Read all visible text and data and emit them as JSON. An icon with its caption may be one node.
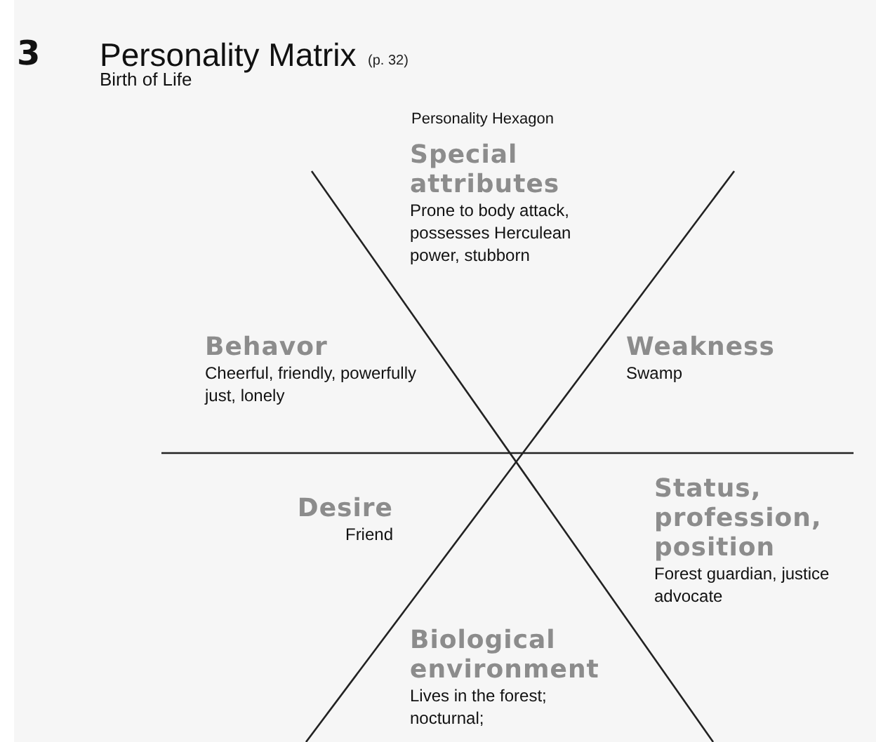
{
  "diagram": {
    "title": "Personality Matrix",
    "nodes": [
      {
        "text": [
          "Special attributes",
          "Prone to body attack, possesses Herculean power, stubborn"
        ]
      },
      {
        "text": [
          "Behavor",
          "Cheerful, friendly, powerfully just, lonely"
        ]
      },
      {
        "text": [
          "Weakness",
          "Swamp"
        ]
      },
      {
        "text": [
          "Desire",
          "Friend"
        ]
      },
      {
        "text": [
          "Status, profession, position",
          "Forest guardian, justice advocate"
        ]
      },
      {
        "text": [
          "Biological environment",
          "Lives in the forest; nocturnal;"
        ]
      }
    ],
    "labels": [
      "3",
      "(p. 32)",
      "Birth of Life",
      "Personality Hexagon"
    ]
  }
}
